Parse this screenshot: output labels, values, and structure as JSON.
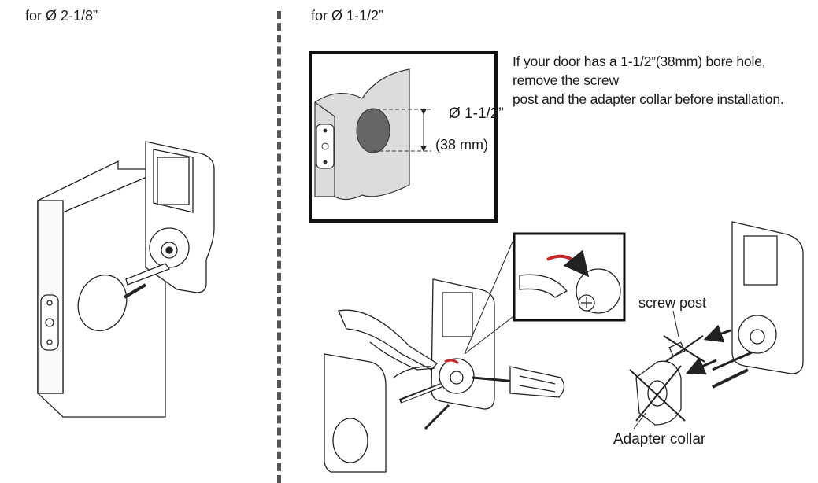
{
  "left_panel": {
    "heading": "for Ø 2-1/8”"
  },
  "right_panel": {
    "heading": "for Ø 1-1/2”",
    "instructions": [
      "If your door has a 1-1/2”(38mm) bore hole,",
      "remove the screw",
      "post and the adapter collar before installation."
    ],
    "bore_dimension": "Ø 1-1/2”",
    "bore_dimension_mm": "(38 mm)",
    "screw_post_label": "screw post",
    "adapter_collar_label": "Adapter collar"
  }
}
